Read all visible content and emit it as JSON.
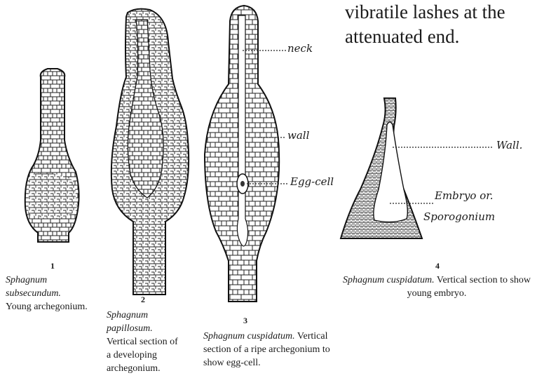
{
  "top_text": "vibratile lashes at the\nattenuated end.",
  "figures": [
    {
      "number": "1",
      "caption_species": "Sphagnum subsecundum.",
      "caption_text": "Young archegonium."
    },
    {
      "number": "2",
      "caption_species": "Sphagnum papillosum.",
      "caption_text": "Vertical section of a developing archegonium."
    },
    {
      "number": "3",
      "caption_species": "Sphagnum cuspidatum.",
      "caption_text": "Vertical section of a ripe archegonium to show egg-cell.",
      "labels": {
        "neck": "neck",
        "wall": "wall",
        "egg_cell": "Egg-cell"
      }
    },
    {
      "number": "4",
      "caption_species": "Sphagnum cuspidatum.",
      "caption_text": "Vertical section to show young embryo.",
      "labels": {
        "wall": "Wall.",
        "embryo": "Embryo or.",
        "sporogonium": "Sporogonium"
      }
    }
  ]
}
